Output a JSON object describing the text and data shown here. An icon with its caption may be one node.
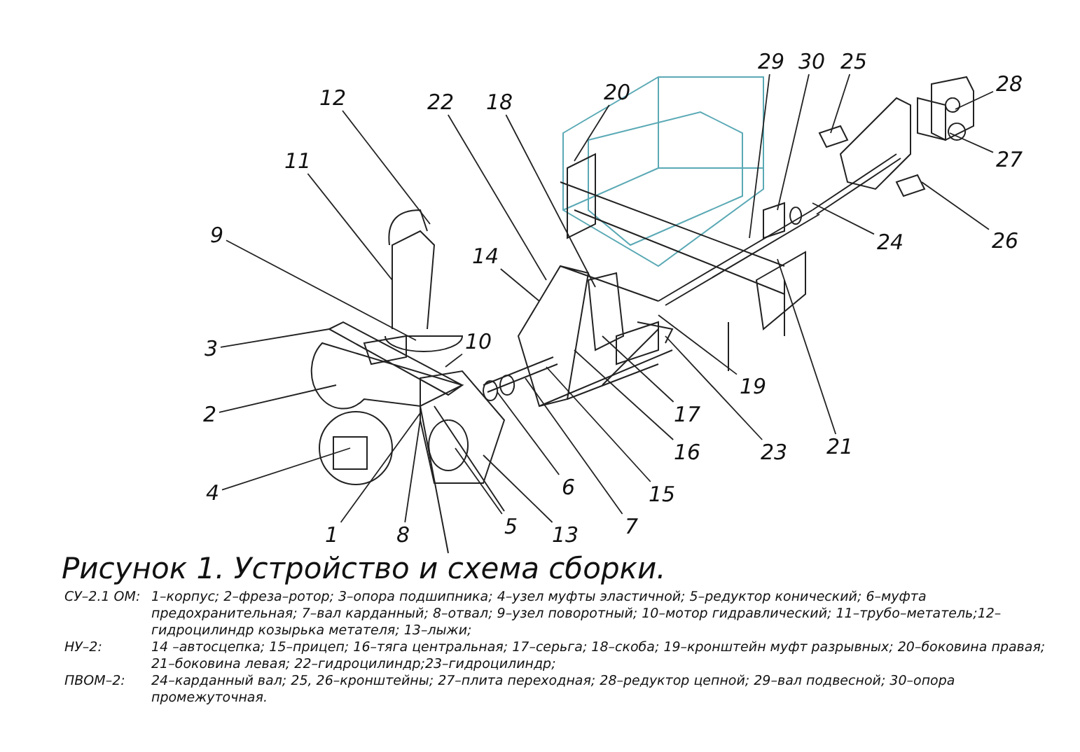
{
  "diagram": {
    "title": "Рисунок 1. Устройство и схема сборки.",
    "nodes": [
      {
        "text": [
          "29"
        ]
      },
      {
        "text": [
          "30"
        ]
      },
      {
        "text": [
          "25"
        ]
      },
      {
        "text": [
          "28"
        ]
      },
      {
        "text": [
          "20"
        ]
      },
      {
        "text": [
          "12"
        ]
      },
      {
        "text": [
          "22"
        ]
      },
      {
        "text": [
          "18"
        ]
      },
      {
        "text": [
          "11"
        ]
      },
      {
        "text": [
          "27"
        ]
      },
      {
        "text": [
          "9"
        ]
      },
      {
        "text": [
          "26"
        ]
      },
      {
        "text": [
          "24"
        ]
      },
      {
        "text": [
          "14"
        ]
      },
      {
        "text": [
          "10"
        ]
      },
      {
        "text": [
          "3"
        ]
      },
      {
        "text": [
          "19"
        ]
      },
      {
        "text": [
          "2"
        ]
      },
      {
        "text": [
          "17"
        ]
      },
      {
        "text": [
          "21"
        ]
      },
      {
        "text": [
          "16"
        ]
      },
      {
        "text": [
          "23"
        ]
      },
      {
        "text": [
          "6"
        ]
      },
      {
        "text": [
          "4"
        ]
      },
      {
        "text": [
          "15"
        ]
      },
      {
        "text": [
          "5"
        ]
      },
      {
        "text": [
          "7"
        ]
      },
      {
        "text": [
          "1"
        ]
      },
      {
        "text": [
          "8"
        ]
      },
      {
        "text": [
          "13"
        ]
      }
    ],
    "edges": [
      {
        "from": 0,
        "to": null,
        "arrow": "none"
      },
      {
        "from": 1,
        "to": null,
        "arrow": "none"
      },
      {
        "from": 2,
        "to": null,
        "arrow": "none"
      },
      {
        "from": 3,
        "to": null,
        "arrow": "none"
      },
      {
        "from": 4,
        "to": null,
        "arrow": "none"
      },
      {
        "from": 5,
        "to": null,
        "arrow": "none"
      },
      {
        "from": 6,
        "to": null,
        "arrow": "none"
      },
      {
        "from": 7,
        "to": null,
        "arrow": "none"
      },
      {
        "from": 8,
        "to": null,
        "arrow": "none"
      },
      {
        "from": 9,
        "to": null,
        "arrow": "none"
      },
      {
        "from": 10,
        "to": null,
        "arrow": "none"
      },
      {
        "from": 11,
        "to": null,
        "arrow": "none"
      },
      {
        "from": 12,
        "to": null,
        "arrow": "none"
      },
      {
        "from": 13,
        "to": null,
        "arrow": "none"
      },
      {
        "from": 14,
        "to": null,
        "arrow": "none"
      },
      {
        "from": 15,
        "to": null,
        "arrow": "none"
      },
      {
        "from": 16,
        "to": null,
        "arrow": "none"
      },
      {
        "from": 17,
        "to": null,
        "arrow": "none"
      },
      {
        "from": 18,
        "to": null,
        "arrow": "none"
      },
      {
        "from": 19,
        "to": null,
        "arrow": "none"
      },
      {
        "from": 20,
        "to": null,
        "arrow": "none"
      },
      {
        "from": 21,
        "to": null,
        "arrow": "none"
      },
      {
        "from": 22,
        "to": null,
        "arrow": "none"
      },
      {
        "from": 23,
        "to": null,
        "arrow": "none"
      },
      {
        "from": 24,
        "to": null,
        "arrow": "none"
      },
      {
        "from": 25,
        "to": null,
        "arrow": "none"
      },
      {
        "from": 26,
        "to": null,
        "arrow": "none"
      },
      {
        "from": 27,
        "to": null,
        "arrow": "none"
      },
      {
        "from": 28,
        "to": null,
        "arrow": "none"
      },
      {
        "from": 29,
        "to": null,
        "arrow": "none"
      }
    ],
    "labels": [
      "СУ–2.1 ОМ:",
      "1–корпус; 2–фреза–ротор; 3–опора подшипника; 4–узел муфты эластичной; 5–редуктор конический; 6–муфта предохранительная; 7–вал карданный; 8–отвал; 9–узел поворотный; 10–мотор гидравлический; 11–трубо–метатель;12–гидроцилиндр козырька метателя; 13–лыжи;",
      "НУ–2:",
      "14 –автосцепка; 15–прицеп; 16–тяга центральная; 17–серьга; 18–скоба; 19–кронштейн муфт разрывных; 20–боковина правая; 21–боковина левая; 22–гидроцилиндр;23–гидроцилиндр;",
      "ПВОМ–2:",
      "24–карданный вал; 25, 26–кронштейны; 27–плита переходная; 28–редуктор цепной; 29–вал подвесной; 30–опора промежуточная."
    ]
  }
}
